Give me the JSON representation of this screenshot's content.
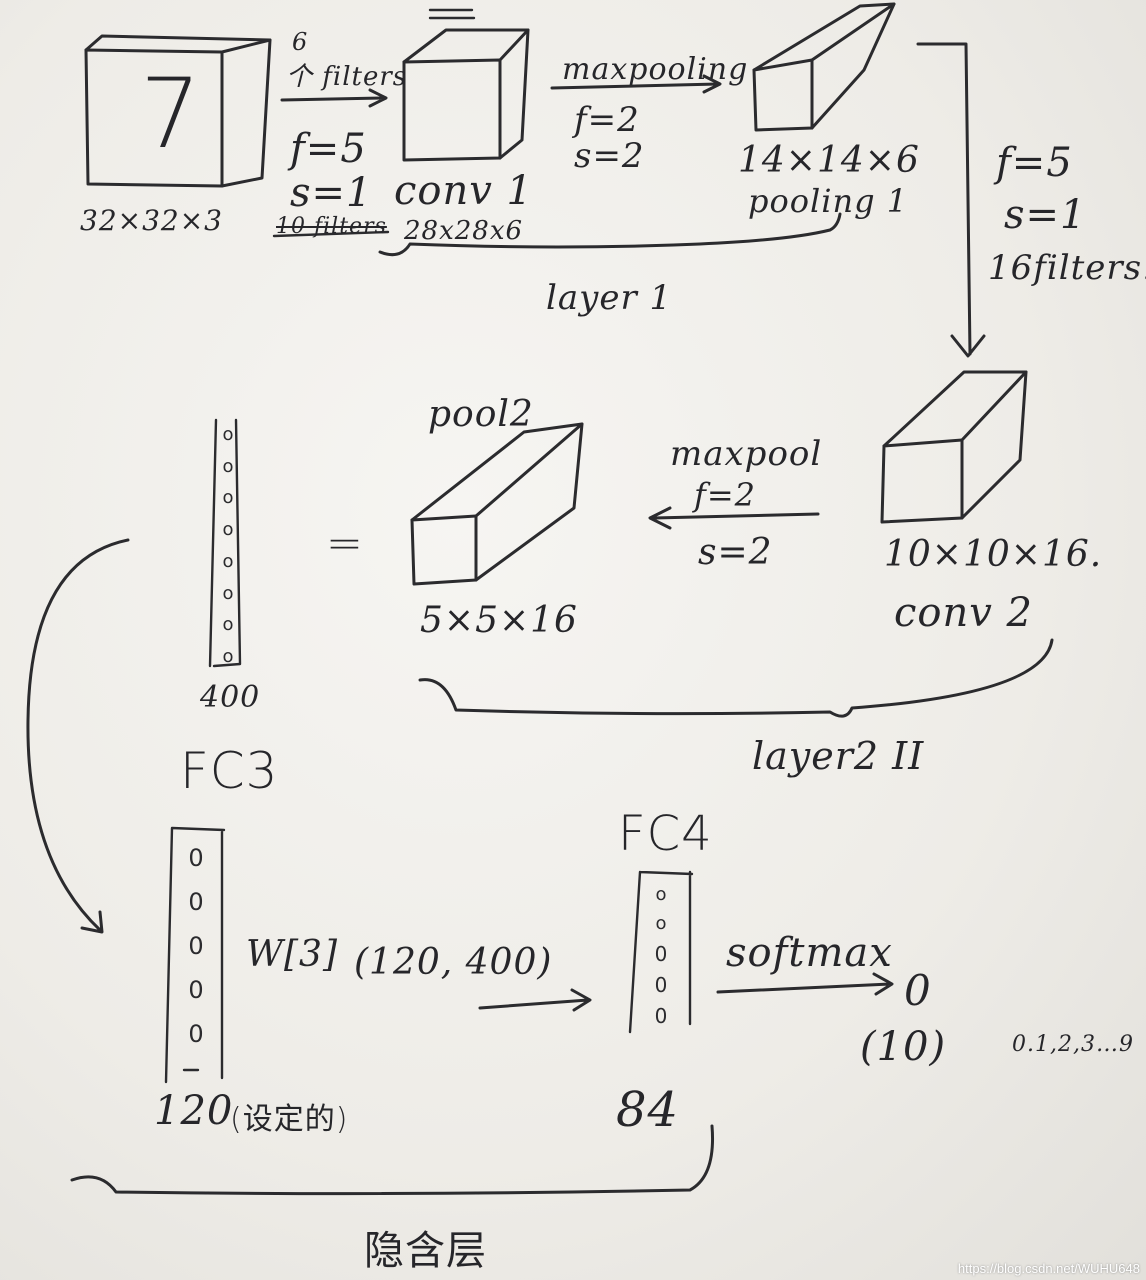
{
  "layer1": {
    "input_digit": "7",
    "input_size": "32×32×3",
    "filters_count": "6",
    "filters_label": "个 filters",
    "f": "f=5",
    "s": "s=1",
    "struck_note": "10 filters",
    "conv_label": "conv 1",
    "conv_size": "28x28x6",
    "pool_op": "maxpooling",
    "pool_f": "f=2",
    "pool_s": "s=2",
    "pool_size": "14×14×6",
    "pool_label": "pooling 1",
    "group_label": "layer 1"
  },
  "layer2": {
    "f": "f=5",
    "s": "s=1",
    "filters": "16filters.",
    "conv_size": "10×10×16.",
    "conv_label": "conv 2",
    "pool_op": "maxpool",
    "pool_f": "f=2",
    "pool_s": "s=2",
    "pool_label": "pool2",
    "pool_size": "5×5×16",
    "group_label": "layer2 II"
  },
  "fc": {
    "flat_size": "400",
    "equals": "=",
    "fc3_label": "FC3",
    "fc3_size": "120",
    "fc3_note": "(设定的)",
    "weight": "W[3]",
    "weight_shape": "(120, 400)",
    "fc4_label": "FC4",
    "fc4_size": "84",
    "activation": "softmax",
    "output": "0",
    "output_count": "(10)",
    "output_classes": "0.1,2,3…9",
    "hidden_label": "隐含层"
  },
  "watermark": "https://blog.csdn.net/WUHU648"
}
